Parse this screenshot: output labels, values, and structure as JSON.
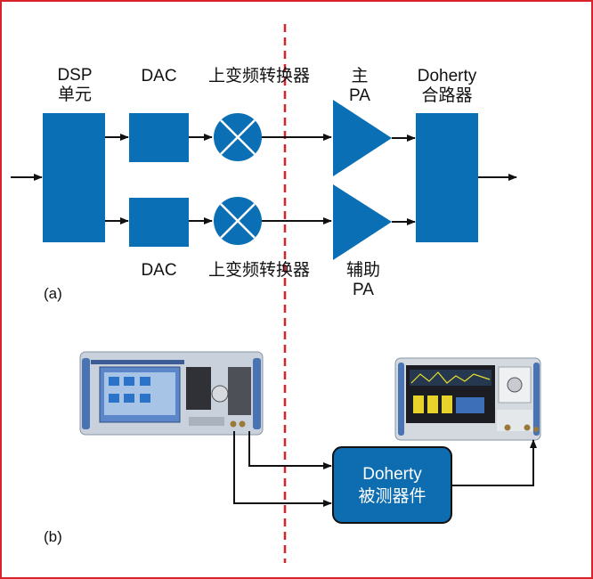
{
  "part_a": {
    "panel_label": "(a)",
    "dsp_line1": "DSP",
    "dsp_line2": "单元",
    "dac_top": "DAC",
    "dac_bottom": "DAC",
    "upconverter_top": "上变频转换器",
    "upconverter_bottom": "上变频转换器",
    "main_pa_line1": "主",
    "main_pa_line2": "PA",
    "aux_pa_line1": "辅助",
    "aux_pa_line2": "PA",
    "combiner_line1": "Doherty",
    "combiner_line2": "合路器"
  },
  "part_b": {
    "panel_label": "(b)",
    "dut_line1": "Doherty",
    "dut_line2": "被测器件"
  },
  "colors": {
    "block_blue": "#0a6fb4",
    "dut_blue": "#0d6db0",
    "divider_red": "#d8232a",
    "frame_red": "#d8232a"
  },
  "icons": [
    "mixer-icon",
    "signal-generator-instrument",
    "signal-analyzer-instrument"
  ]
}
